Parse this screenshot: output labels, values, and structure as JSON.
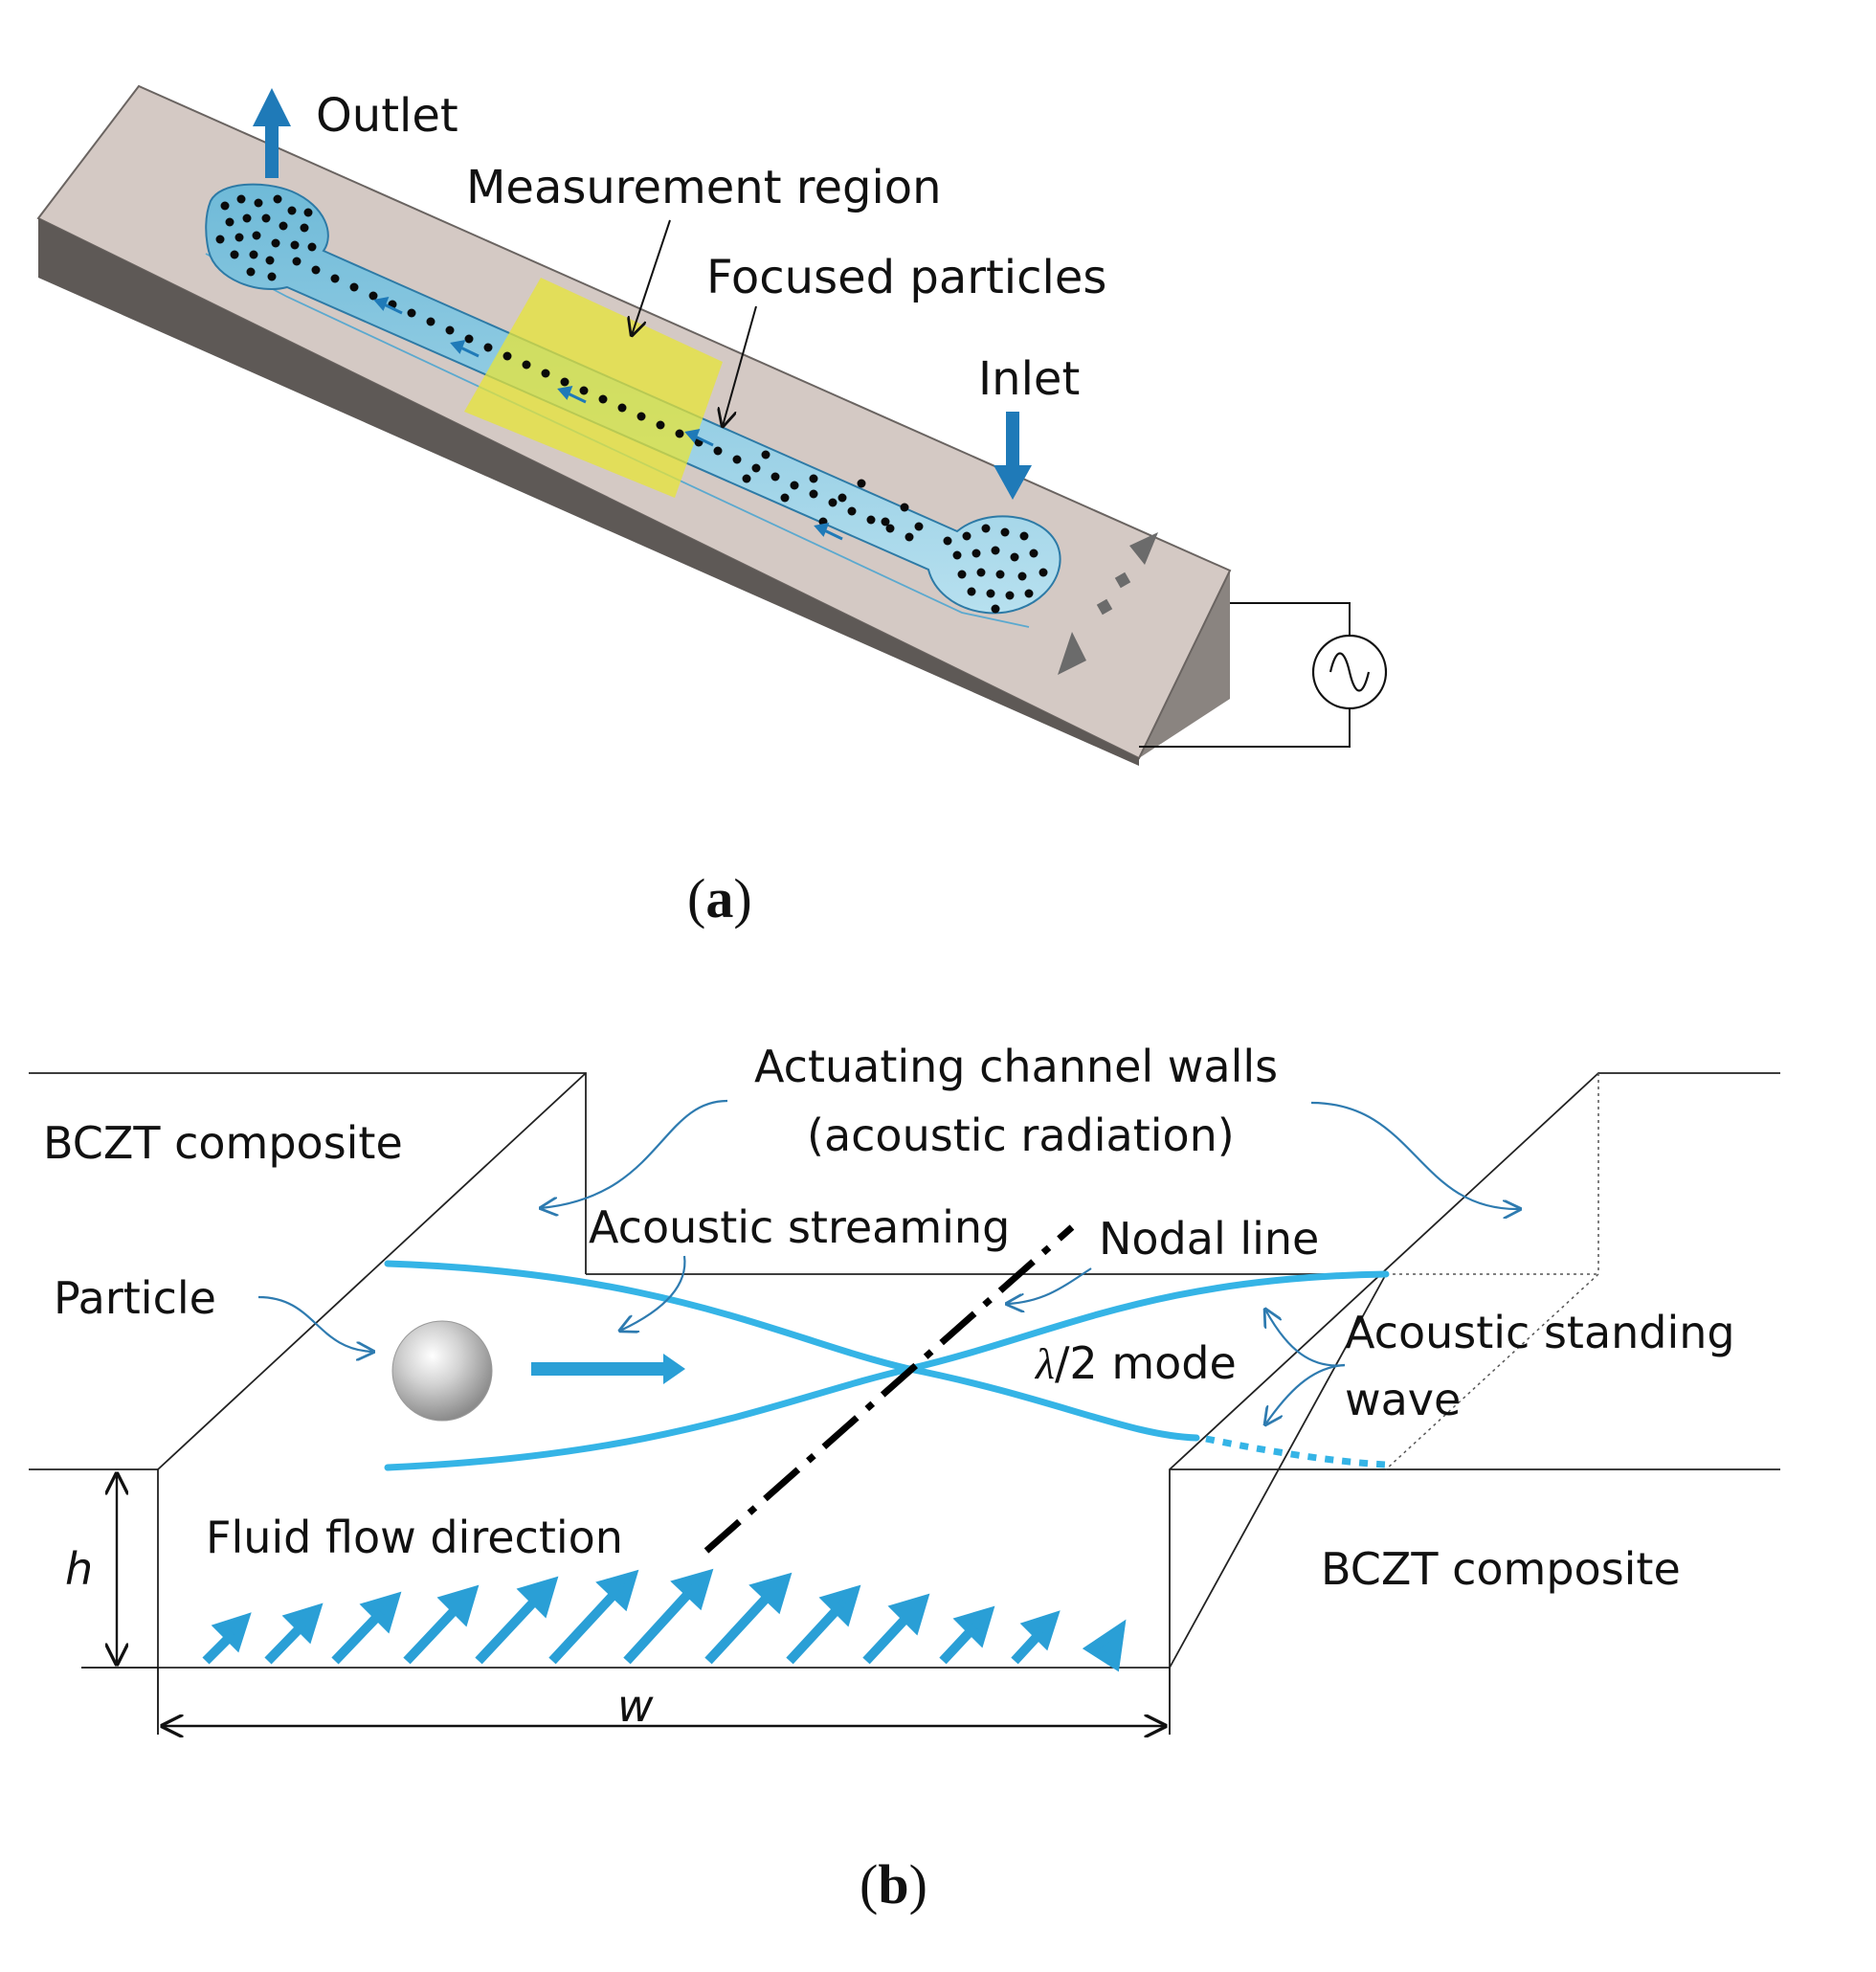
{
  "panel_a": {
    "label_open": "(",
    "label_letter": "a",
    "label_close": ")",
    "outlet_label": "Outlet",
    "measurement_label": "Measurement region",
    "focused_label": "Focused particles",
    "inlet_label": "Inlet",
    "colors": {
      "substrate_top": "#d4c9c4",
      "substrate_side": "#7d7773",
      "channel_fill": "#a9d8ea",
      "measurement_fill": "#e7e437",
      "flow_arrow": "#1f7ab8",
      "particle": "#0a0a0a"
    },
    "icons": [
      "ac-source-icon",
      "vibration-direction-arrow-icon",
      "outlet-arrow-icon",
      "inlet-arrow-icon"
    ]
  },
  "panel_b": {
    "label_open": "(",
    "label_letter": "b",
    "label_close": ")",
    "bczt_top_label": "BCZT composite",
    "bczt_bottom_label": "BCZT composite",
    "actuating_line1": "Actuating channel walls",
    "actuating_line2": "(acoustic radiation)",
    "streaming_label": "Acoustic streaming",
    "nodal_label": "Nodal line",
    "particle_label": "Particle",
    "mode_symbol": "λ",
    "mode_rest": "/2 mode",
    "standing_line1": "Acoustic standing",
    "standing_line2": "wave",
    "flow_label": "Fluid flow direction",
    "h_label": "h",
    "w_label": "w",
    "colors": {
      "wave": "#35b4e6",
      "flow_arrow": "#2a9fd6",
      "callout": "#2e7bb0",
      "nodal_line": "#000000"
    }
  }
}
